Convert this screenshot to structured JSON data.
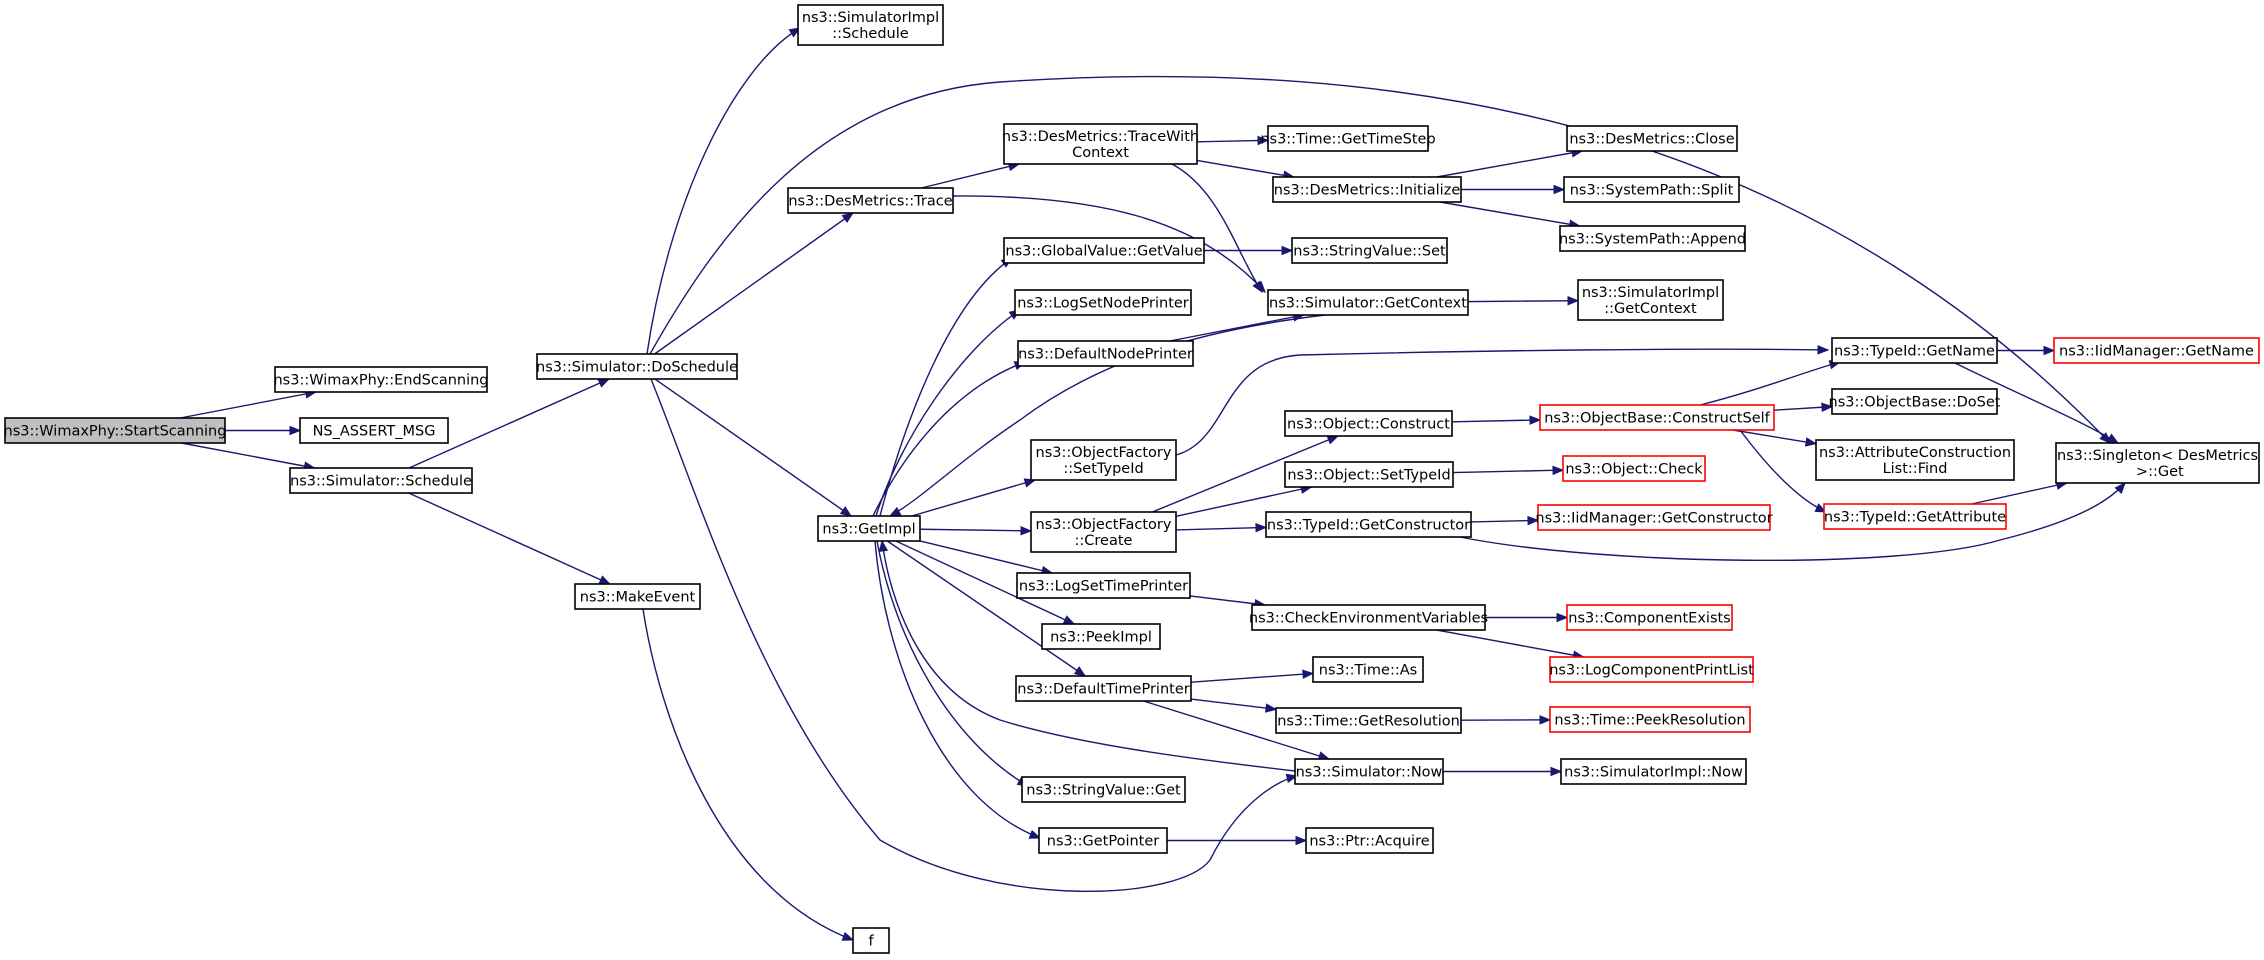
{
  "colors": {
    "edge": "#191970",
    "node_border": "#000000",
    "truncated_border": "#ff0000",
    "root_fill": "#bfbfbf",
    "node_fill": "#ffffff",
    "text": "#000000"
  },
  "nodes": [
    {
      "id": "start_scanning",
      "lines": [
        "ns3::WimaxPhy::StartScanning"
      ],
      "style": "root"
    },
    {
      "id": "end_scanning",
      "lines": [
        "ns3::WimaxPhy::EndScanning"
      ],
      "style": "normal"
    },
    {
      "id": "ns_assert_msg",
      "lines": [
        "NS_ASSERT_MSG"
      ],
      "style": "normal"
    },
    {
      "id": "simulator_schedule",
      "lines": [
        "ns3::Simulator::Schedule"
      ],
      "style": "normal"
    },
    {
      "id": "do_schedule",
      "lines": [
        "ns3::Simulator::DoSchedule"
      ],
      "style": "normal"
    },
    {
      "id": "make_event",
      "lines": [
        "ns3::MakeEvent"
      ],
      "style": "normal"
    },
    {
      "id": "f",
      "lines": [
        "f"
      ],
      "style": "normal"
    },
    {
      "id": "simimpl_schedule",
      "lines": [
        "ns3::SimulatorImpl",
        "::Schedule"
      ],
      "style": "normal"
    },
    {
      "id": "desmetrics_trace",
      "lines": [
        "ns3::DesMetrics::Trace"
      ],
      "style": "normal"
    },
    {
      "id": "get_impl",
      "lines": [
        "ns3::GetImpl"
      ],
      "style": "normal"
    },
    {
      "id": "trace_with_context",
      "lines": [
        "ns3::DesMetrics::TraceWith",
        "Context"
      ],
      "style": "normal"
    },
    {
      "id": "globalvalue_getvalue",
      "lines": [
        "ns3::GlobalValue::GetValue"
      ],
      "style": "normal"
    },
    {
      "id": "log_set_node_printer",
      "lines": [
        "ns3::LogSetNodePrinter"
      ],
      "style": "normal"
    },
    {
      "id": "default_node_printer",
      "lines": [
        "ns3::DefaultNodePrinter"
      ],
      "style": "normal"
    },
    {
      "id": "objfactory_settypeid",
      "lines": [
        "ns3::ObjectFactory",
        "::SetTypeId"
      ],
      "style": "normal"
    },
    {
      "id": "objfactory_create",
      "lines": [
        "ns3::ObjectFactory",
        "::Create"
      ],
      "style": "normal"
    },
    {
      "id": "log_set_time_printer",
      "lines": [
        "ns3::LogSetTimePrinter"
      ],
      "style": "normal"
    },
    {
      "id": "peek_impl",
      "lines": [
        "ns3::PeekImpl"
      ],
      "style": "normal"
    },
    {
      "id": "default_time_printer",
      "lines": [
        "ns3::DefaultTimePrinter"
      ],
      "style": "normal"
    },
    {
      "id": "stringvalue_get",
      "lines": [
        "ns3::StringValue::Get"
      ],
      "style": "normal"
    },
    {
      "id": "get_pointer",
      "lines": [
        "ns3::GetPointer"
      ],
      "style": "normal"
    },
    {
      "id": "time_gettimestep",
      "lines": [
        "ns3::Time::GetTimeStep"
      ],
      "style": "normal"
    },
    {
      "id": "desmetrics_initialize",
      "lines": [
        "ns3::DesMetrics::Initialize"
      ],
      "style": "normal"
    },
    {
      "id": "stringvalue_set",
      "lines": [
        "ns3::StringValue::Set"
      ],
      "style": "normal"
    },
    {
      "id": "simulator_getcontext",
      "lines": [
        "ns3::Simulator::GetContext"
      ],
      "style": "normal"
    },
    {
      "id": "object_construct",
      "lines": [
        "ns3::Object::Construct"
      ],
      "style": "normal"
    },
    {
      "id": "object_settypeid",
      "lines": [
        "ns3::Object::SetTypeId"
      ],
      "style": "normal"
    },
    {
      "id": "typeid_getconstructor",
      "lines": [
        "ns3::TypeId::GetConstructor"
      ],
      "style": "normal"
    },
    {
      "id": "check_env_vars",
      "lines": [
        "ns3::CheckEnvironmentVariables"
      ],
      "style": "normal"
    },
    {
      "id": "time_as",
      "lines": [
        "ns3::Time::As"
      ],
      "style": "normal"
    },
    {
      "id": "time_getresolution",
      "lines": [
        "ns3::Time::GetResolution"
      ],
      "style": "normal"
    },
    {
      "id": "simulator_now",
      "lines": [
        "ns3::Simulator::Now"
      ],
      "style": "normal"
    },
    {
      "id": "ptr_acquire",
      "lines": [
        "ns3::Ptr::Acquire"
      ],
      "style": "normal"
    },
    {
      "id": "desmetrics_close",
      "lines": [
        "ns3::DesMetrics::Close"
      ],
      "style": "normal"
    },
    {
      "id": "systempath_split",
      "lines": [
        "ns3::SystemPath::Split"
      ],
      "style": "normal"
    },
    {
      "id": "systempath_append",
      "lines": [
        "ns3::SystemPath::Append"
      ],
      "style": "normal"
    },
    {
      "id": "simimpl_getcontext",
      "lines": [
        "ns3::SimulatorImpl",
        "::GetContext"
      ],
      "style": "normal"
    },
    {
      "id": "objectbase_constructself",
      "lines": [
        "ns3::ObjectBase::ConstructSelf"
      ],
      "style": "truncated"
    },
    {
      "id": "object_check",
      "lines": [
        "ns3::Object::Check"
      ],
      "style": "truncated"
    },
    {
      "id": "iidmanager_getconstructor",
      "lines": [
        "ns3::IidManager::GetConstructor"
      ],
      "style": "truncated"
    },
    {
      "id": "component_exists",
      "lines": [
        "ns3::ComponentExists"
      ],
      "style": "truncated"
    },
    {
      "id": "log_component_print_list",
      "lines": [
        "ns3::LogComponentPrintList"
      ],
      "style": "truncated"
    },
    {
      "id": "time_peekresolution",
      "lines": [
        "ns3::Time::PeekResolution"
      ],
      "style": "truncated"
    },
    {
      "id": "simimpl_now",
      "lines": [
        "ns3::SimulatorImpl::Now"
      ],
      "style": "normal"
    },
    {
      "id": "typeid_getname",
      "lines": [
        "ns3::TypeId::GetName"
      ],
      "style": "normal"
    },
    {
      "id": "objectbase_doset",
      "lines": [
        "ns3::ObjectBase::DoSet"
      ],
      "style": "normal"
    },
    {
      "id": "attr_construction_list_find",
      "lines": [
        "ns3::AttributeConstruction",
        "List::Find"
      ],
      "style": "normal"
    },
    {
      "id": "typeid_getattribute",
      "lines": [
        "ns3::TypeId::GetAttribute"
      ],
      "style": "truncated"
    },
    {
      "id": "iidmanager_getname",
      "lines": [
        "ns3::IidManager::GetName"
      ],
      "style": "truncated"
    },
    {
      "id": "singleton_get",
      "lines": [
        "ns3::Singleton< DesMetrics",
        " >::Get"
      ],
      "style": "normal"
    }
  ],
  "edges": [
    [
      "start_scanning",
      "end_scanning"
    ],
    [
      "start_scanning",
      "ns_assert_msg"
    ],
    [
      "start_scanning",
      "simulator_schedule"
    ],
    [
      "simulator_schedule",
      "do_schedule"
    ],
    [
      "simulator_schedule",
      "make_event"
    ],
    [
      "make_event",
      "f"
    ],
    [
      "do_schedule",
      "simimpl_schedule"
    ],
    [
      "do_schedule",
      "desmetrics_trace"
    ],
    [
      "do_schedule",
      "get_impl"
    ],
    [
      "do_schedule",
      "singleton_get"
    ],
    [
      "do_schedule",
      "simulator_now"
    ],
    [
      "desmetrics_trace",
      "trace_with_context"
    ],
    [
      "desmetrics_trace",
      "simulator_getcontext"
    ],
    [
      "trace_with_context",
      "time_gettimestep"
    ],
    [
      "trace_with_context",
      "desmetrics_initialize"
    ],
    [
      "trace_with_context",
      "simulator_getcontext"
    ],
    [
      "desmetrics_initialize",
      "desmetrics_close"
    ],
    [
      "desmetrics_initialize",
      "systempath_split"
    ],
    [
      "desmetrics_initialize",
      "systempath_append"
    ],
    [
      "globalvalue_getvalue",
      "stringvalue_set"
    ],
    [
      "simulator_getcontext",
      "simimpl_getcontext"
    ],
    [
      "simulator_getcontext",
      "get_impl"
    ],
    [
      "default_node_printer",
      "simulator_getcontext"
    ],
    [
      "get_impl",
      "globalvalue_getvalue"
    ],
    [
      "get_impl",
      "log_set_node_printer"
    ],
    [
      "get_impl",
      "default_node_printer"
    ],
    [
      "get_impl",
      "objfactory_settypeid"
    ],
    [
      "get_impl",
      "objfactory_create"
    ],
    [
      "get_impl",
      "log_set_time_printer"
    ],
    [
      "get_impl",
      "peek_impl"
    ],
    [
      "get_impl",
      "default_time_printer"
    ],
    [
      "get_impl",
      "stringvalue_get"
    ],
    [
      "get_impl",
      "get_pointer"
    ],
    [
      "objfactory_settypeid",
      "typeid_getname"
    ],
    [
      "objfactory_create",
      "object_construct"
    ],
    [
      "objfactory_create",
      "object_settypeid"
    ],
    [
      "objfactory_create",
      "typeid_getconstructor"
    ],
    [
      "object_construct",
      "objectbase_constructself"
    ],
    [
      "object_settypeid",
      "object_check"
    ],
    [
      "typeid_getconstructor",
      "iidmanager_getconstructor"
    ],
    [
      "typeid_getconstructor",
      "singleton_get"
    ],
    [
      "objectbase_constructself",
      "typeid_getname"
    ],
    [
      "objectbase_constructself",
      "objectbase_doset"
    ],
    [
      "objectbase_constructself",
      "attr_construction_list_find"
    ],
    [
      "objectbase_constructself",
      "typeid_getattribute"
    ],
    [
      "typeid_getname",
      "iidmanager_getname"
    ],
    [
      "typeid_getname",
      "singleton_get"
    ],
    [
      "typeid_getattribute",
      "singleton_get"
    ],
    [
      "log_set_time_printer",
      "check_env_vars"
    ],
    [
      "check_env_vars",
      "component_exists"
    ],
    [
      "check_env_vars",
      "log_component_print_list"
    ],
    [
      "default_time_printer",
      "time_as"
    ],
    [
      "default_time_printer",
      "time_getresolution"
    ],
    [
      "default_time_printer",
      "simulator_now"
    ],
    [
      "time_getresolution",
      "time_peekresolution"
    ],
    [
      "simulator_now",
      "simimpl_now"
    ],
    [
      "simulator_now",
      "get_impl"
    ],
    [
      "get_pointer",
      "ptr_acquire"
    ]
  ]
}
